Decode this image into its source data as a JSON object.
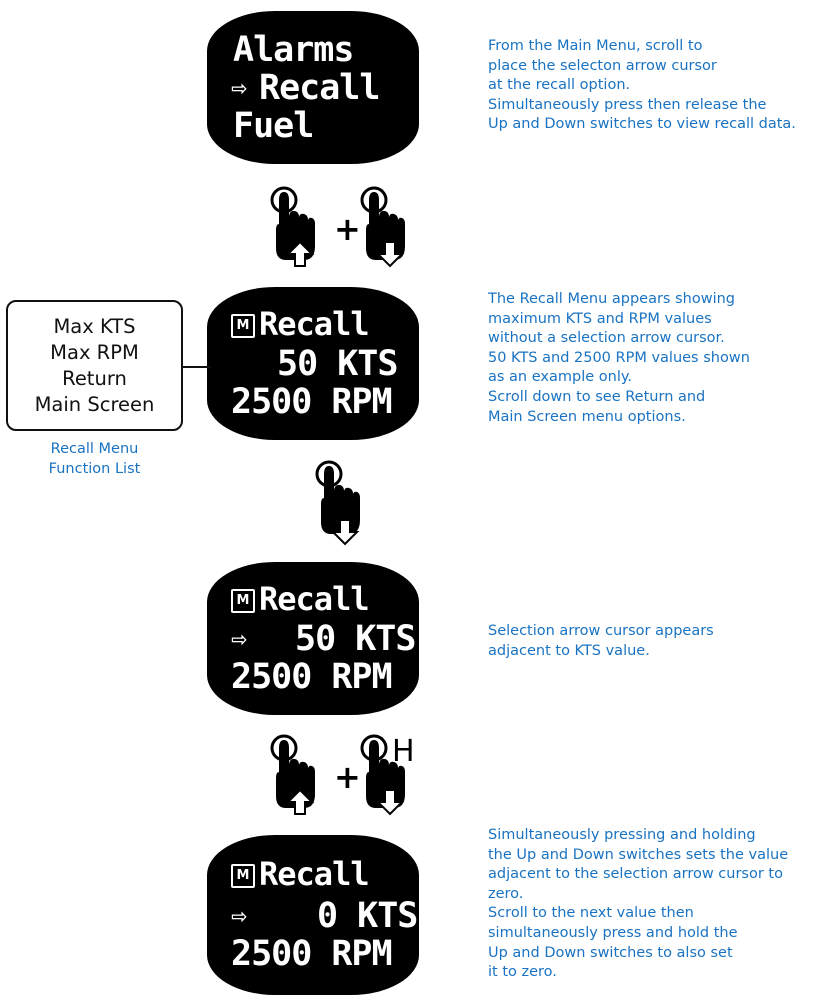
{
  "screens": [
    {
      "lines": [
        "Alarms",
        "Recall",
        "Fuel"
      ]
    },
    {
      "title": "Recall",
      "lines": [
        "50 KTS",
        "2500 RPM"
      ]
    },
    {
      "title": "Recall",
      "lines": [
        "50 KTS",
        "2500 RPM"
      ]
    },
    {
      "title": "Recall",
      "lines": [
        "0 KTS",
        "2500 RPM"
      ]
    }
  ],
  "badge_letter": "M",
  "cursor_glyph": "⇨",
  "plus_sign": "+",
  "hold_label": "H",
  "notes": [
    "From the Main Menu, scroll to\nplace the selecton arrow cursor\nat the recall option.\nSimultaneously press then release the\nUp and Down switches to view recall data.",
    "The Recall Menu appears showing\nmaximum KTS and RPM values\nwithout a selection arrow cursor.\n50 KTS and 2500 RPM values shown\nas an example only.\nScroll down to see Return and\nMain Screen menu options.",
    "Selection arrow cursor appears\nadjacent to KTS value.",
    "Simultaneously pressing and holding\nthe Up and Down switches sets the value\nadjacent to the selection arrow cursor to\nzero.\nScroll to the next value then\nsimultaneously press and hold the\nUp and Down switches to also set\nit to zero."
  ],
  "function_list": {
    "items": [
      "Max KTS",
      "Max RPM",
      "Return",
      "Main Screen"
    ],
    "caption": "Recall Menu\nFunction List"
  },
  "colors": {
    "note_text": "#1a73c2",
    "screen_bg": "#000000",
    "screen_text": "#ffffff"
  },
  "icons": [
    "pointing-hand-up-icon",
    "pointing-hand-down-icon",
    "arrow-cursor-icon",
    "m-badge-icon"
  ]
}
